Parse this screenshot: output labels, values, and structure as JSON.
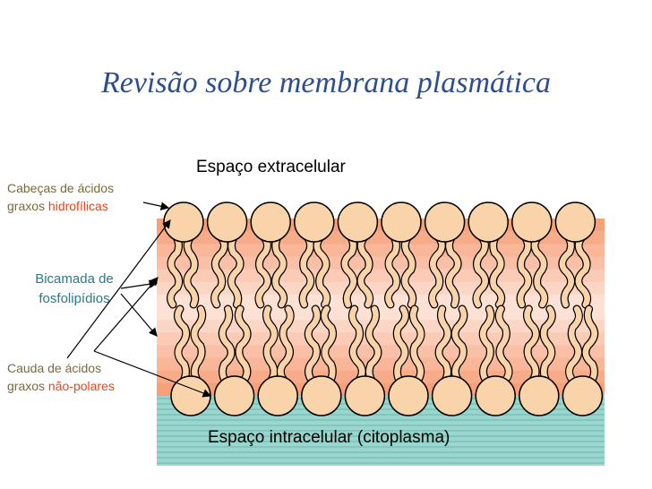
{
  "title": "Revisão sobre membrana plasmática",
  "labels": {
    "extracellular": "Espaço extracelular",
    "intracellular": "Espaço intracelular (citoplasma)",
    "heads_line1": "Cabeças de ácidos",
    "heads_line2_prefix": "graxos ",
    "heads_line2_highlight": "hidrofílicas",
    "bilayer_line1": "Bicamada de",
    "bilayer_line2": "fosfolipídios",
    "tails_line1": "Cauda de ácidos",
    "tails_line2_prefix": "graxos ",
    "tails_line2_highlight": "não-polares"
  },
  "colors": {
    "title": "#2e4e8e",
    "highlight": "#e8441a",
    "bilayer_label": "#2a7a8a",
    "head_fill": "#f9d3aa",
    "tail_fill": "#f9d3aa",
    "outline": "#000000",
    "band_outer": "#f7a07a",
    "band_inner": "#fde6dc",
    "water": "#7fc9c0"
  },
  "structure": {
    "top_heads": 10,
    "bottom_heads": 10
  }
}
